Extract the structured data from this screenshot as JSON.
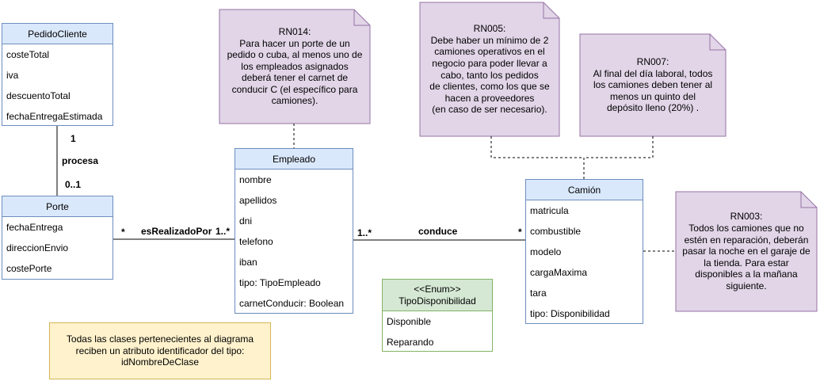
{
  "classes": {
    "pedido": {
      "name": "PedidoCliente",
      "attributes": [
        "costeTotal",
        "iva",
        "descuentoTotal",
        "fechaEntregaEstimada"
      ]
    },
    "porte": {
      "name": "Porte",
      "attributes": [
        "fechaEntrega",
        "direccionEnvio",
        "costePorte"
      ]
    },
    "empleado": {
      "name": "Empleado",
      "attributes": [
        "nombre",
        "apellidos",
        "dni",
        "telefono",
        "iban",
        "tipo: TipoEmpleado",
        "carnetConducir: Boolean"
      ]
    },
    "camion": {
      "name": "Camión",
      "attributes": [
        "matricula",
        "combustible",
        "modelo",
        "cargaMaxima",
        "tara",
        "tipo: Disponibilidad"
      ]
    }
  },
  "enum": {
    "stereotype": "<<Enum>>",
    "name": "TipoDisponibilidad",
    "values": [
      "Disponible",
      "Reparando"
    ]
  },
  "notes": {
    "rn014": {
      "lines": [
        "RN014:",
        "Para hacer un porte de un",
        "pedido o cuba, al menos uno de",
        "los empleados asignados",
        "deberá tener el carnet de",
        "conducir C (el específico para",
        "camiones)."
      ]
    },
    "rn005": {
      "lines": [
        "RN005:",
        "Debe haber un mínimo de 2",
        "camiones operativos en el",
        "negocio para poder llevar a",
        "cabo, tanto los pedidos",
        "de clientes, como los que se",
        "hacen a proveedores",
        "(en caso de ser necesario)."
      ]
    },
    "rn007": {
      "lines": [
        "RN007:",
        "Al final del día laboral, todos",
        "los camiones deben tener al",
        "menos un quinto del",
        "depósito lleno (20%) ."
      ]
    },
    "rn003": {
      "lines": [
        "RN003:",
        "Todos los camiones que no",
        "estén en reparación, deberán",
        "pasar la noche en el garaje de",
        "la tienda. Para estar",
        "disponibles a la mañana",
        "siguiente."
      ]
    }
  },
  "info": {
    "lines": [
      "Todas las clases pertenecientes al diagrama",
      "reciben un atributo identificador del tipo:",
      "idNombreDeClase"
    ]
  },
  "associations": {
    "procesa": {
      "name": "procesa",
      "end_pedido": "1",
      "end_porte": "0..1"
    },
    "esRealizadoPor": {
      "name": "esRealizadoPor",
      "end_porte": "*",
      "end_empleado": "1..*"
    },
    "conduce": {
      "name": "conduce",
      "end_empleado": "1..*",
      "end_camion": "*"
    }
  },
  "colors": {
    "class_fill": "#dae8fc",
    "class_stroke": "#6c8ebf",
    "note_fill": "#e1d5e7",
    "note_stroke": "#9673a6",
    "enum_fill": "#d5e8d4",
    "enum_stroke": "#82b366",
    "info_fill": "#fff2cc",
    "info_stroke": "#d6b656"
  }
}
